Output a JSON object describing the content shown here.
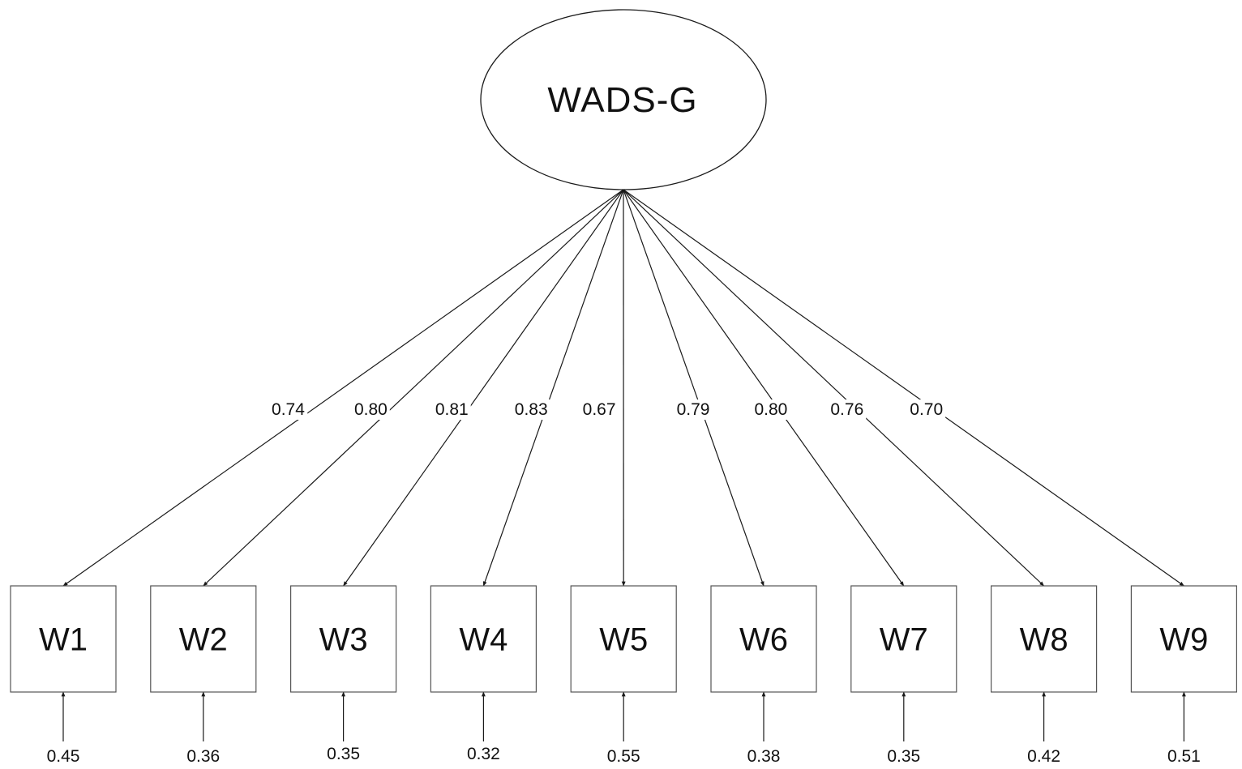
{
  "latent": {
    "label": "WADS-G"
  },
  "items": [
    {
      "label": "W1",
      "loading": "0.74",
      "error": "0.45"
    },
    {
      "label": "W2",
      "loading": "0.80",
      "error": "0.36"
    },
    {
      "label": "W3",
      "loading": "0.81",
      "error": "0.35"
    },
    {
      "label": "W4",
      "loading": "0.83",
      "error": "0.32"
    },
    {
      "label": "W5",
      "loading": "0.67",
      "error": "0.55"
    },
    {
      "label": "W6",
      "loading": "0.79",
      "error": "0.38"
    },
    {
      "label": "W7",
      "loading": "0.80",
      "error": "0.35"
    },
    {
      "label": "W8",
      "loading": "0.76",
      "error": "0.42"
    },
    {
      "label": "W9",
      "loading": "0.70",
      "error": "0.51"
    }
  ],
  "colors": {
    "line": "#1a1a1a",
    "box_border": "#555555",
    "text": "#111111"
  }
}
